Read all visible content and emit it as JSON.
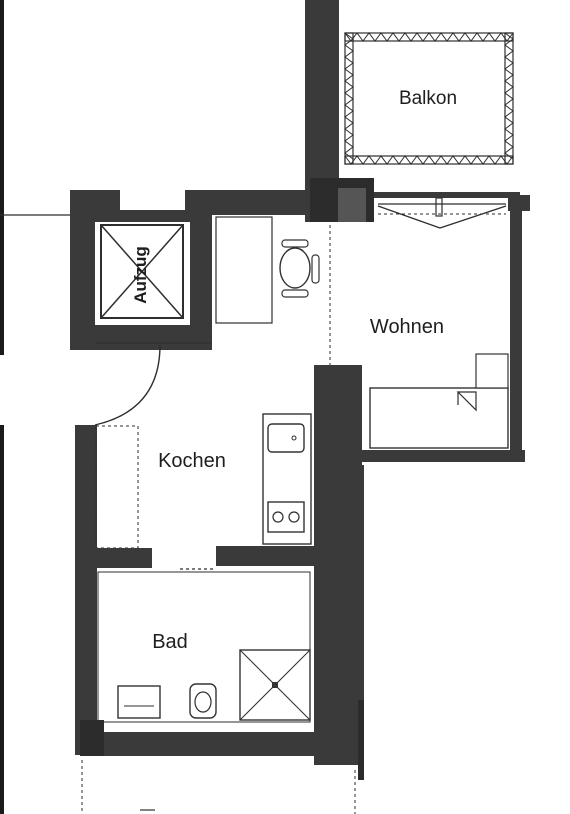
{
  "rooms": {
    "balkon": "Balkon",
    "wohnen": "Wohnen",
    "kochen": "Kochen",
    "bad": "Bad",
    "aufzug": "Aufzug"
  },
  "colors": {
    "wall": "#3a3a3a",
    "line": "#2e2e2e",
    "background": "#ffffff"
  },
  "icons": [
    "elevator-cross",
    "chair",
    "stove",
    "sink",
    "toilet",
    "shower-tray",
    "bed",
    "washbasin"
  ]
}
